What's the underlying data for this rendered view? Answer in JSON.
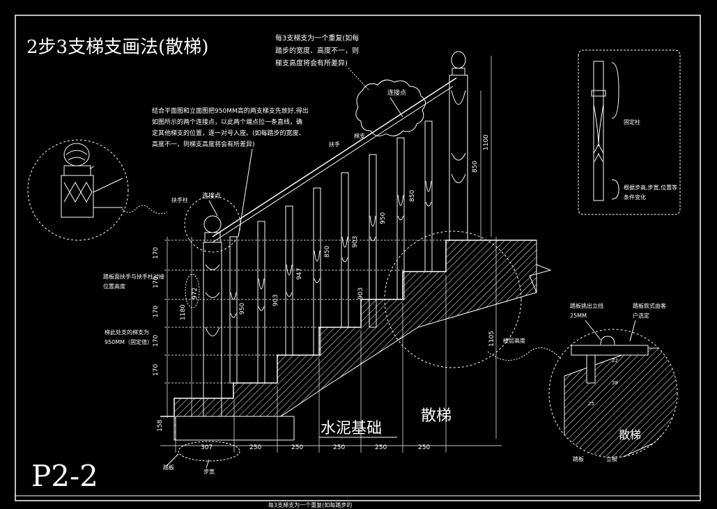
{
  "title": "2步3支梯支画法(散梯)",
  "sheet_code": "P2-2",
  "notes": {
    "top_note": [
      "每3支梯支为一个重复(如每",
      "踏步的宽度、高度不一，则",
      "梯支高度将会有所差异)"
    ],
    "mid_note": [
      "结合平面图和立面图把950MM高的两支梯支先放好,得出",
      "如图所示的两个连接点，以此两个端点拉一条直线，确",
      "定其他梯支的位置，逐一对号入座。(如每踏步的宽度、",
      "高度不一，则梯支高度将会有所差异)"
    ],
    "left_note_1": [
      "踏板面扶手与扶手柱对接",
      "位置高度"
    ],
    "left_note_2": [
      "梯此处支的梯支为",
      "950MM（固定值）"
    ],
    "bottom_caption": "每3支梯支为一个重复(如每踏步的"
  },
  "labels": {
    "connection_point_top": "连接点",
    "connection_point_left": "连接点",
    "handrail_post": "扶手柱",
    "handrail": "扶手",
    "baluster": "梯支",
    "concrete_base": "水泥基础",
    "loose_stair": "散梯",
    "loose_stair_detail": "散梯",
    "floor_height": "楼层高度",
    "step_board": "踏板",
    "riser_board": "立板",
    "nosing_note_1": "踏板挑出立挡",
    "nosing_note_2": "25MM",
    "edge_note_1": "踏板款式由客",
    "edge_note_2": "户选定",
    "detail_fixed": "固定柱",
    "detail_note_1": "根据步高,步宽,位置等",
    "detail_note_2": "条件变化",
    "dim_post": "踏板",
    "dim_step": "步宽"
  },
  "dimensions": {
    "bottom_widths": [
      "307",
      "250",
      "250",
      "250",
      "250",
      "250"
    ],
    "left_heights": [
      "170",
      "170",
      "170",
      "170",
      "170"
    ],
    "left_total": "1180",
    "left_small": "158",
    "baluster_heights": [
      "972",
      "950",
      "903",
      "947",
      "903",
      "850",
      "903",
      "950",
      "850"
    ],
    "right_tall": "1100",
    "right_850": "850",
    "right_total": "1105",
    "detail_dims": [
      "22",
      "38",
      "25"
    ]
  }
}
